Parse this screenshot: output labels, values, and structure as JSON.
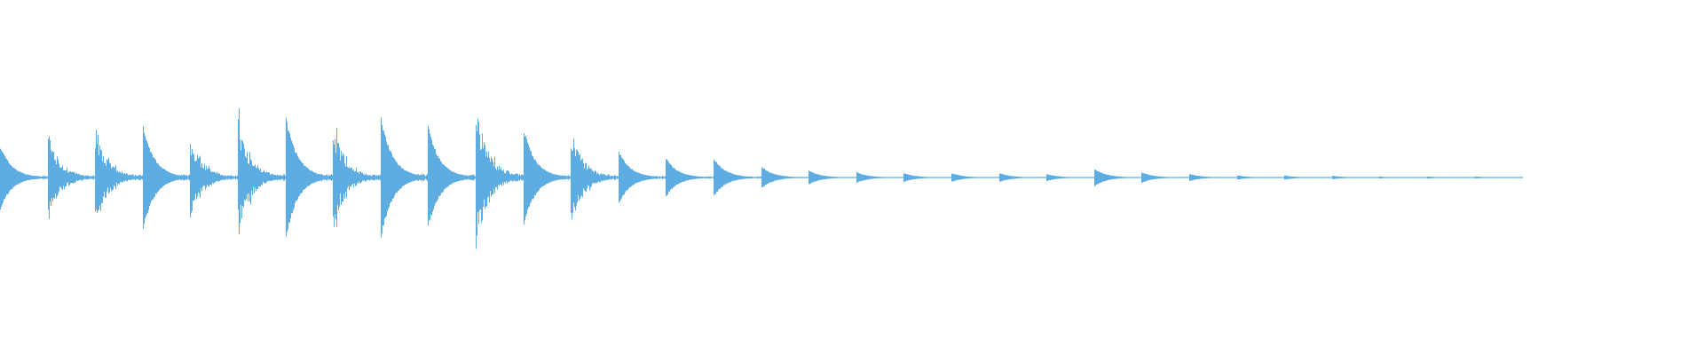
{
  "chart_data": {
    "type": "area",
    "title": "",
    "xlabel": "",
    "ylabel": "",
    "ylim": [
      -1,
      1
    ],
    "grid": false,
    "legend": "none",
    "color": "#5dade2",
    "background": "#ffffff",
    "onsets": [
      {
        "index": 0,
        "peak": 0.18,
        "decay": "smooth"
      },
      {
        "index": 1,
        "peak": 0.24,
        "decay": "noisy"
      },
      {
        "index": 2,
        "peak": 0.28,
        "decay": "noisy"
      },
      {
        "index": 3,
        "peak": 0.29,
        "decay": "smooth"
      },
      {
        "index": 4,
        "peak": 0.23,
        "decay": "noisy"
      },
      {
        "index": 5,
        "peak": 0.32,
        "decay": "noisy"
      },
      {
        "index": 6,
        "peak": 0.34,
        "decay": "smooth"
      },
      {
        "index": 7,
        "peak": 0.29,
        "decay": "noisy"
      },
      {
        "index": 8,
        "peak": 0.34,
        "decay": "smooth"
      },
      {
        "index": 9,
        "peak": 0.29,
        "decay": "smooth"
      },
      {
        "index": 10,
        "peak": 0.4,
        "decay": "noisy"
      },
      {
        "index": 11,
        "peak": 0.27,
        "decay": "smooth"
      },
      {
        "index": 12,
        "peak": 0.27,
        "decay": "noisy"
      },
      {
        "index": 13,
        "peak": 0.15,
        "decay": "smooth"
      },
      {
        "index": 14,
        "peak": 0.11,
        "decay": "smooth"
      },
      {
        "index": 15,
        "peak": 0.11,
        "decay": "smooth"
      },
      {
        "index": 16,
        "peak": 0.06,
        "decay": "smooth"
      },
      {
        "index": 17,
        "peak": 0.04,
        "decay": "smooth"
      },
      {
        "index": 18,
        "peak": 0.03,
        "decay": "smooth"
      },
      {
        "index": 19,
        "peak": 0.025,
        "decay": "smooth"
      },
      {
        "index": 20,
        "peak": 0.025,
        "decay": "smooth"
      },
      {
        "index": 21,
        "peak": 0.025,
        "decay": "smooth"
      },
      {
        "index": 22,
        "peak": 0.02,
        "decay": "smooth"
      },
      {
        "index": 23,
        "peak": 0.05,
        "decay": "smooth"
      },
      {
        "index": 24,
        "peak": 0.03,
        "decay": "smooth"
      },
      {
        "index": 25,
        "peak": 0.02,
        "decay": "smooth"
      },
      {
        "index": 26,
        "peak": 0.012,
        "decay": "smooth"
      },
      {
        "index": 27,
        "peak": 0.012,
        "decay": "smooth"
      },
      {
        "index": 28,
        "peak": 0.01,
        "decay": "smooth"
      },
      {
        "index": 29,
        "peak": 0.006,
        "decay": "smooth"
      },
      {
        "index": 30,
        "peak": 0.006,
        "decay": "smooth"
      },
      {
        "index": 31,
        "peak": 0.006,
        "decay": "smooth"
      }
    ]
  }
}
